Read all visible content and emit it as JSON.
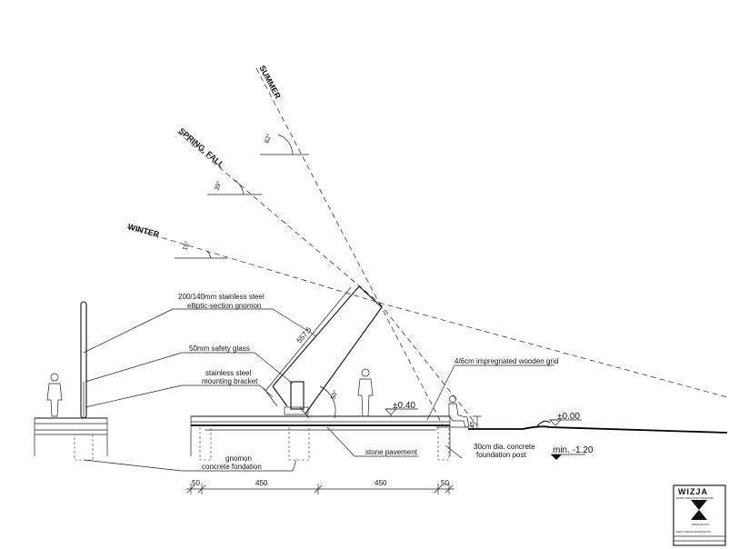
{
  "rays": {
    "summer": "SUMMER",
    "spring_fall": "SPRING, FALL",
    "winter": "WINTER"
  },
  "angles": {
    "summer": "62°",
    "spring_fall": "39°",
    "winter": "15°",
    "gnomon": "50°"
  },
  "labels": {
    "gnomon": [
      "200/140mm stainless steel",
      "elliptic-section gnomon"
    ],
    "glass": "50mm safety glass",
    "bracket": [
      "stainless steel",
      "mounting bracket"
    ],
    "foundation": [
      "gnomon",
      "concrete fondation"
    ],
    "pavement": "stone pavement",
    "grid": "4/6cm impregnated wooden grid",
    "post": [
      "30cm dia. concrete",
      "foundation post"
    ],
    "gnomon_length": "557,5"
  },
  "levels": {
    "plus040": "±0.40",
    "zero": "±0.00",
    "minus120": "min. -1.20",
    "h45": "45"
  },
  "dimensions": [
    "50",
    "450",
    "450",
    "50"
  ],
  "title_block": {
    "logo": "WIZJA",
    "line1": "BIURO ARCHITEKTONICZNE",
    "line2": "NEW VISION ARCHITECTS",
    "line3": "WROCŁAW 2007"
  }
}
